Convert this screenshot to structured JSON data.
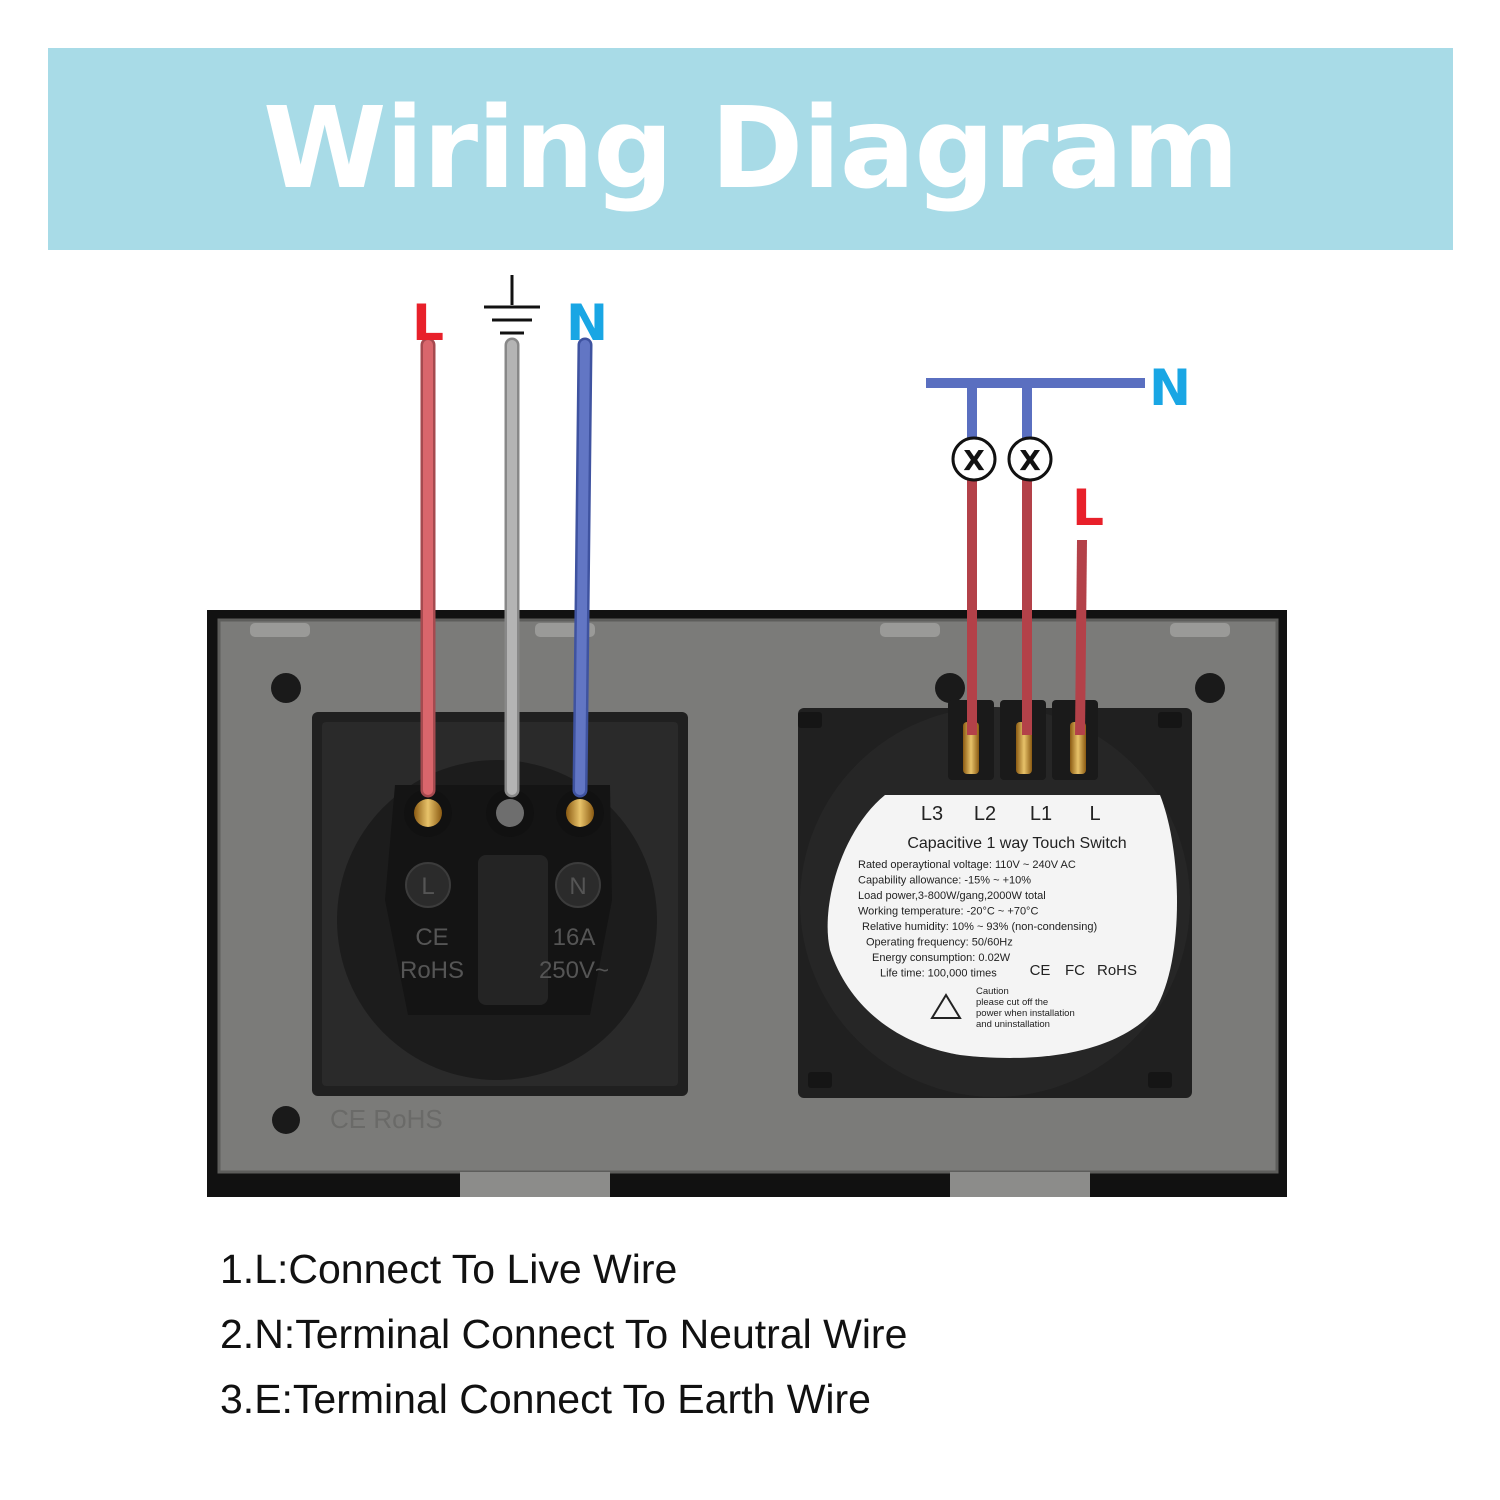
{
  "title": "Wiring Diagram",
  "socket": {
    "wire_labels": {
      "live": "L",
      "neutral": "N"
    },
    "terminal_labels": {
      "live": "L",
      "neutral": "N"
    },
    "marks": {
      "ce": "CE",
      "rohs": "RoHS",
      "current": "16A",
      "voltage": "250V~"
    },
    "frame_mark": "CE RoHS"
  },
  "switch": {
    "wire_labels": {
      "neutral": "N",
      "live": "L"
    },
    "lamp_symbol": "X",
    "terminals": [
      "L3",
      "L2",
      "L1",
      "L"
    ],
    "label_title": "Capacitive 1 way Touch Switch",
    "specs": [
      "Rated operaytional voltage: 110V ~ 240V AC",
      "Capability allowance: -15% ~ +10%",
      "Load power,3-800W/gang,2000W total",
      "Working temperature: -20°C ~ +70°C",
      "Relative humidity: 10% ~ 93% (non-condensing)",
      "Operating frequency: 50/60Hz",
      "Energy consumption: 0.02W",
      "Life time: 100,000 times"
    ],
    "certs": [
      "CE",
      "FC",
      "RoHS"
    ],
    "caution": [
      "Caution",
      "please cut off the",
      "power when installation",
      "and uninstallation"
    ]
  },
  "notes": [
    "1.L:Connect To Live Wire",
    "2.N:Terminal Connect To Neutral Wire",
    "3.E:Terminal Connect To Earth Wire"
  ],
  "colors": {
    "banner": "#a8dbe7",
    "live_wire": "#d9666c",
    "earth_wire": "#b4b4b4",
    "neutral_wire": "#6276c4",
    "neutral_label": "#19a6e4",
    "live_label": "#e8202a",
    "plate": "#7b7b79",
    "module": "#222222"
  }
}
